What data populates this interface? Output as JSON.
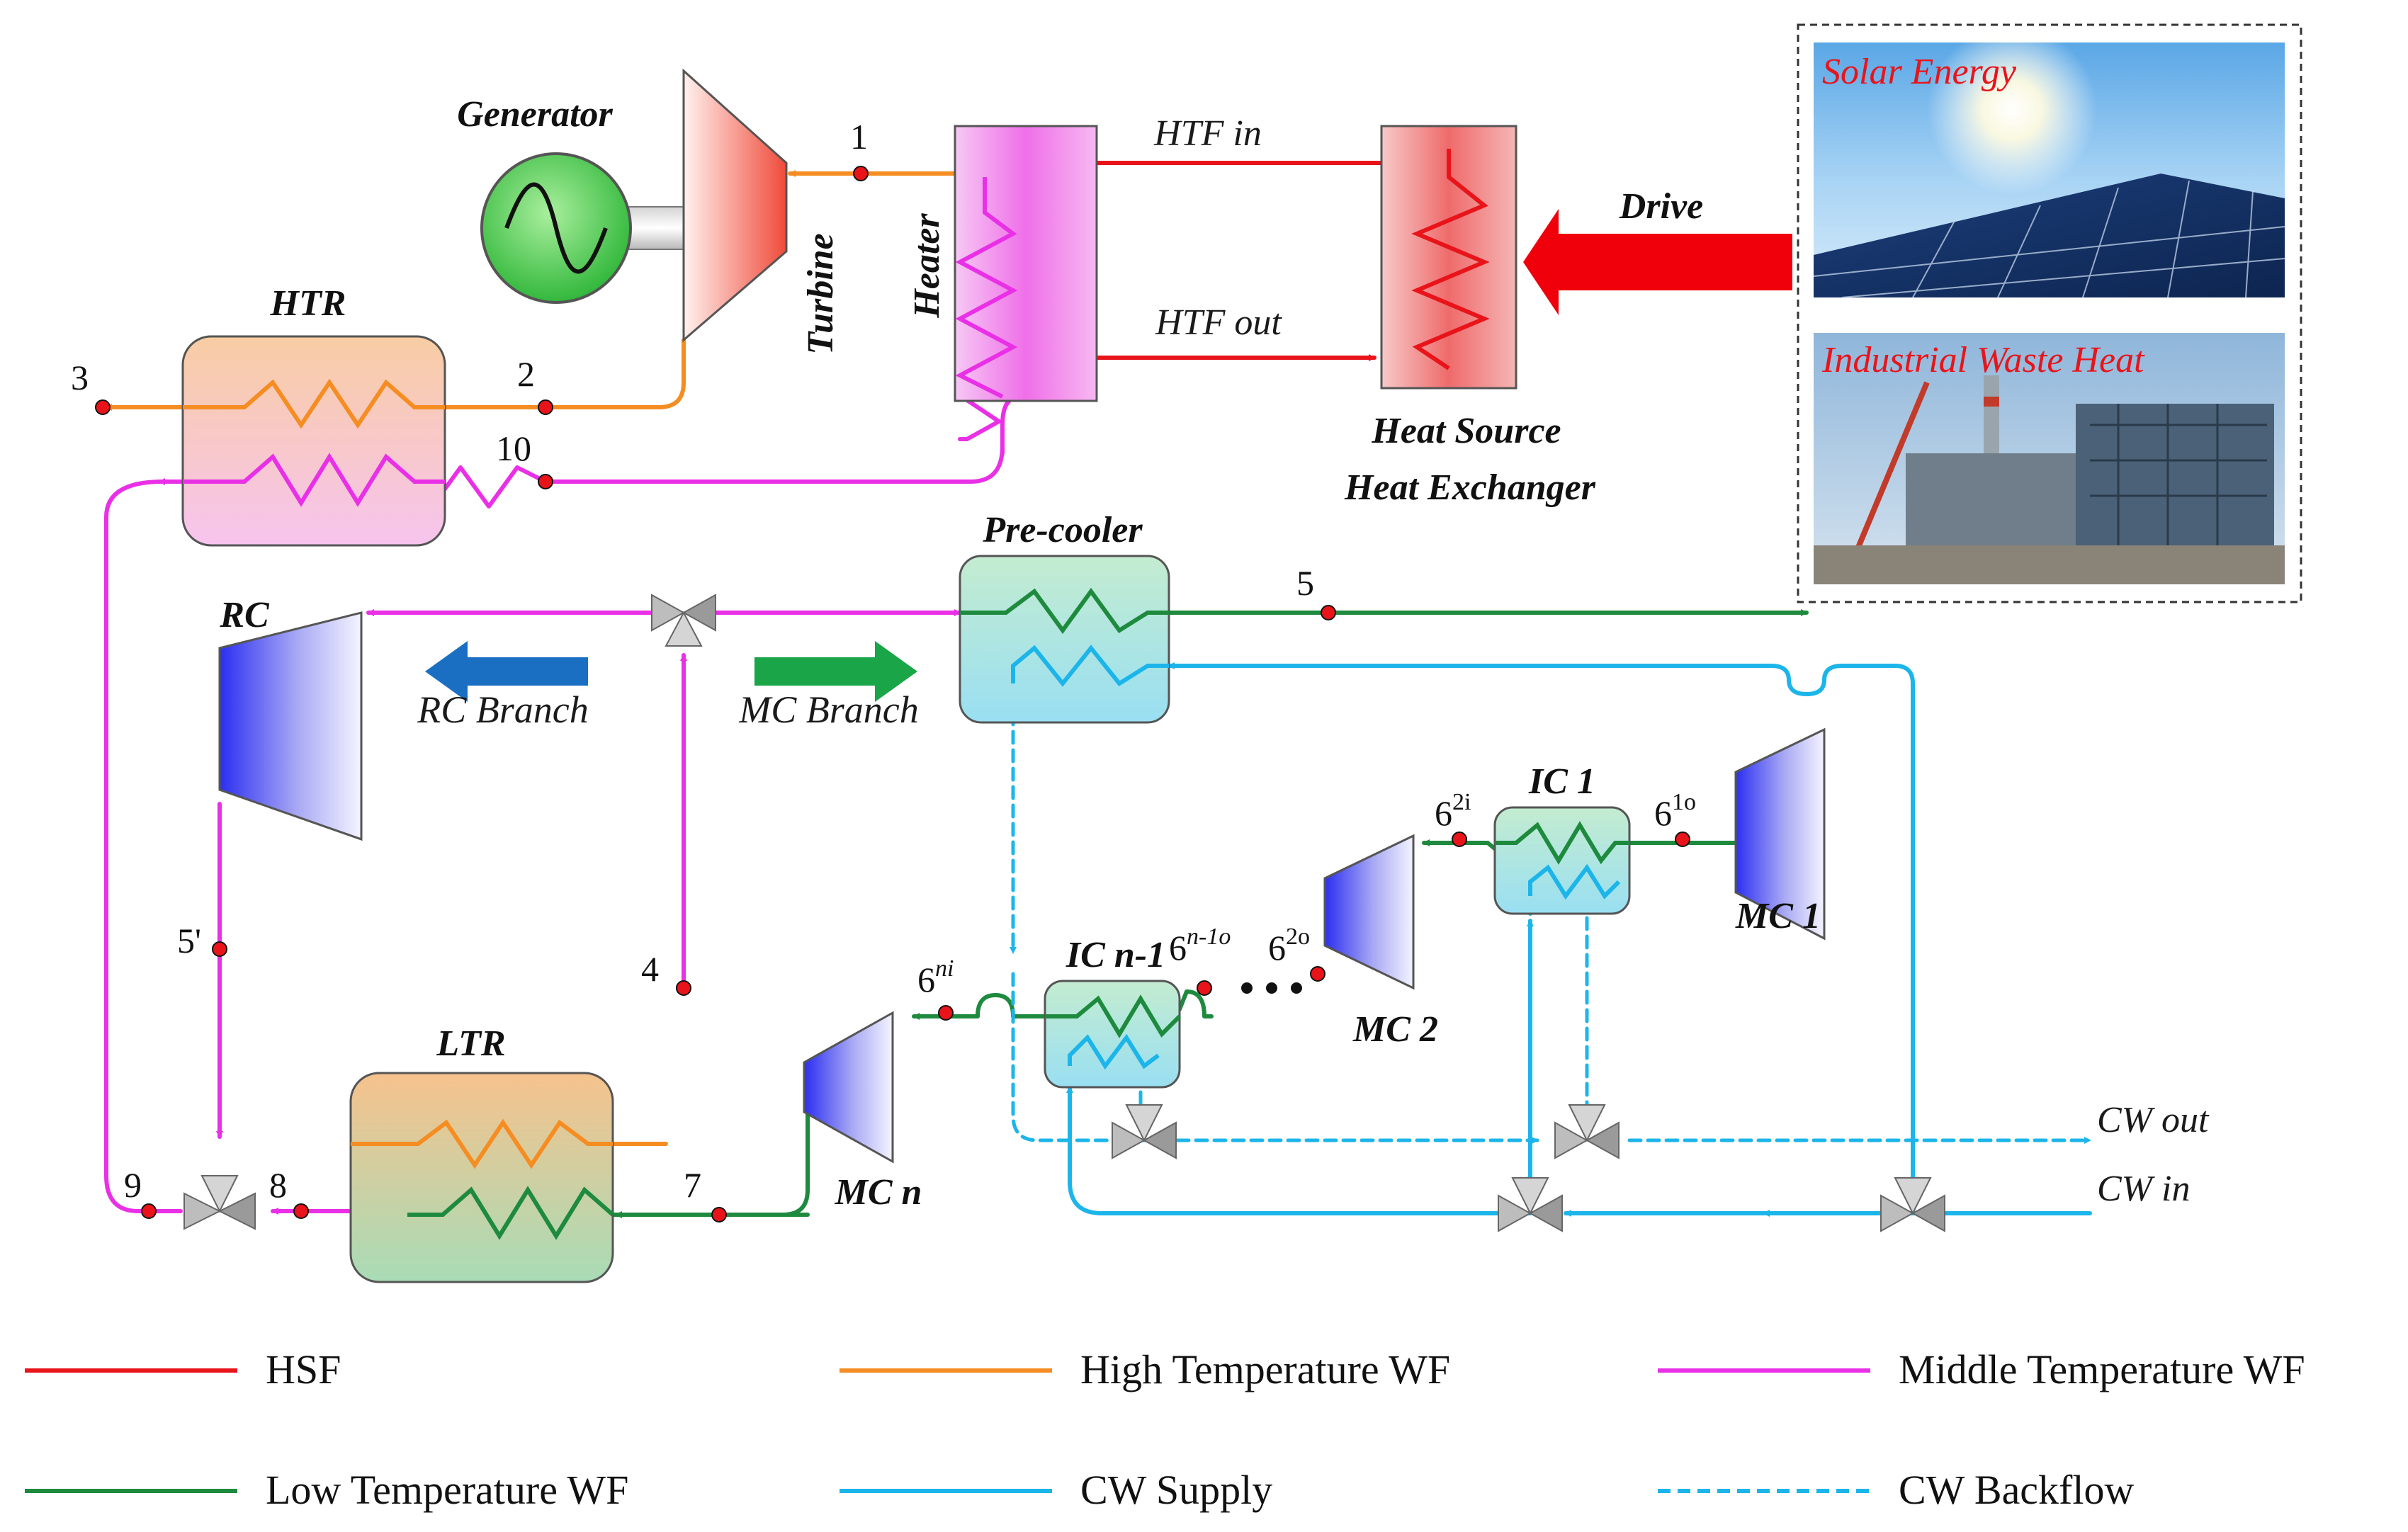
{
  "components": {
    "generator": "Generator",
    "turbine": "Turbine",
    "heater": "Heater",
    "htr": "HTR",
    "ltr": "LTR",
    "rc": "RC",
    "precooler": "Pre-cooler",
    "heat_source_line1": "Heat Source",
    "heat_source_line2": "Heat Exchanger",
    "ic1": "IC 1",
    "icn1": "IC n-1",
    "mc1": "MC 1",
    "mc2": "MC 2",
    "mcn": "MC n"
  },
  "flows": {
    "htf_in": "HTF in",
    "htf_out": "HTF out",
    "drive": "Drive",
    "rc_branch": "RC Branch",
    "mc_branch": "MC Branch",
    "cw_out": "CW out",
    "cw_in": "CW in"
  },
  "images": {
    "solar": "Solar Energy",
    "waste": "Industrial Waste Heat"
  },
  "states": {
    "s1": "1",
    "s2": "2",
    "s3": "3",
    "s4": "4",
    "s5": "5",
    "s5p": "5'",
    "s7": "7",
    "s8": "8",
    "s9": "9",
    "s10": "10",
    "s6_base": "6",
    "s6_1o_sup": "1o",
    "s6_2i_sup": "2i",
    "s6_2o_sup": "2o",
    "s6_n1o_sup": "n-1o",
    "s6_ni_sup": "ni"
  },
  "legend": [
    {
      "label": "HSF",
      "color": "#e8141a",
      "dashed": false
    },
    {
      "label": "High Temperature WF",
      "color": "#f58d22",
      "dashed": false
    },
    {
      "label": "Middle Temperature WF",
      "color": "#e930e6",
      "dashed": false
    },
    {
      "label": "Low Temperature WF",
      "color": "#1e8a3e",
      "dashed": false
    },
    {
      "label": "CW Supply",
      "color": "#1cb5ea",
      "dashed": false
    },
    {
      "label": "CW Backflow",
      "color": "#1cb5ea",
      "dashed": true
    }
  ],
  "colors": {
    "hsf": "#e8141a",
    "high_wf": "#f58d22",
    "mid_wf": "#e930e6",
    "low_wf": "#1e8a3e",
    "cw": "#1cb5ea",
    "rc_arrow": "#1b6fc2",
    "mc_arrow": "#19a548",
    "drive_arrow": "#f0000a",
    "state_dot": "#e8141a"
  }
}
